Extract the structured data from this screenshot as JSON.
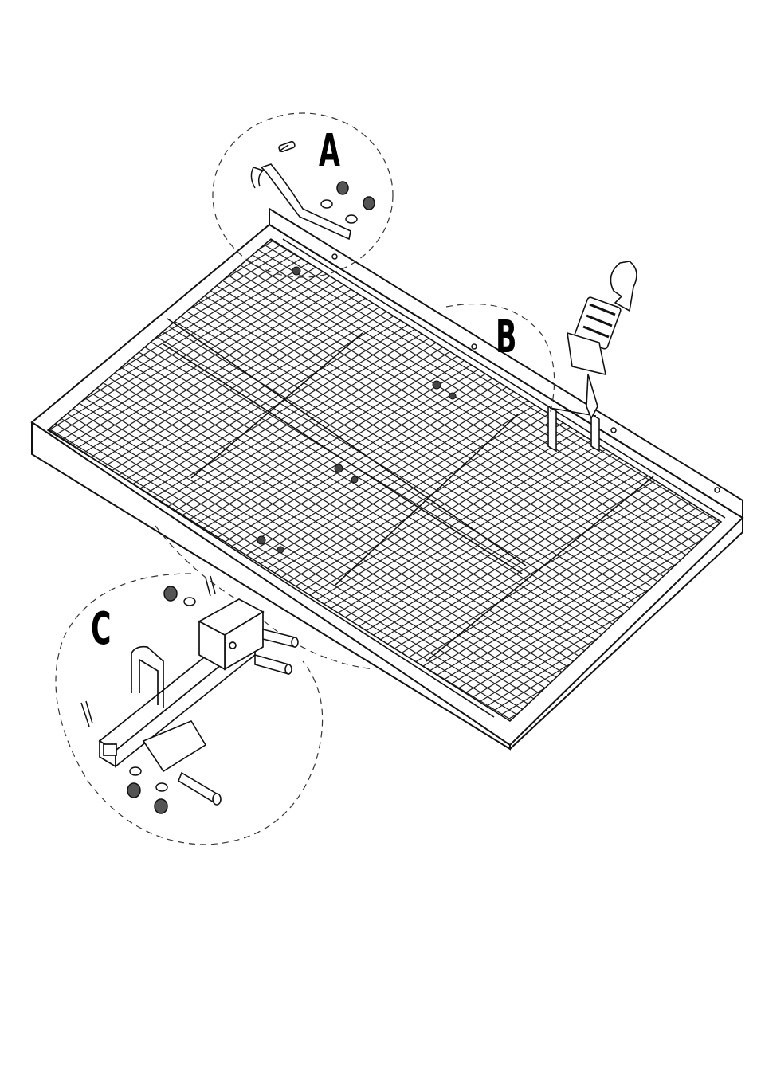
{
  "callouts": {
    "a": "A",
    "b": "B",
    "c": "C"
  },
  "colors": {
    "line": "#111111",
    "mesh": "#222222",
    "background": "#ffffff"
  }
}
